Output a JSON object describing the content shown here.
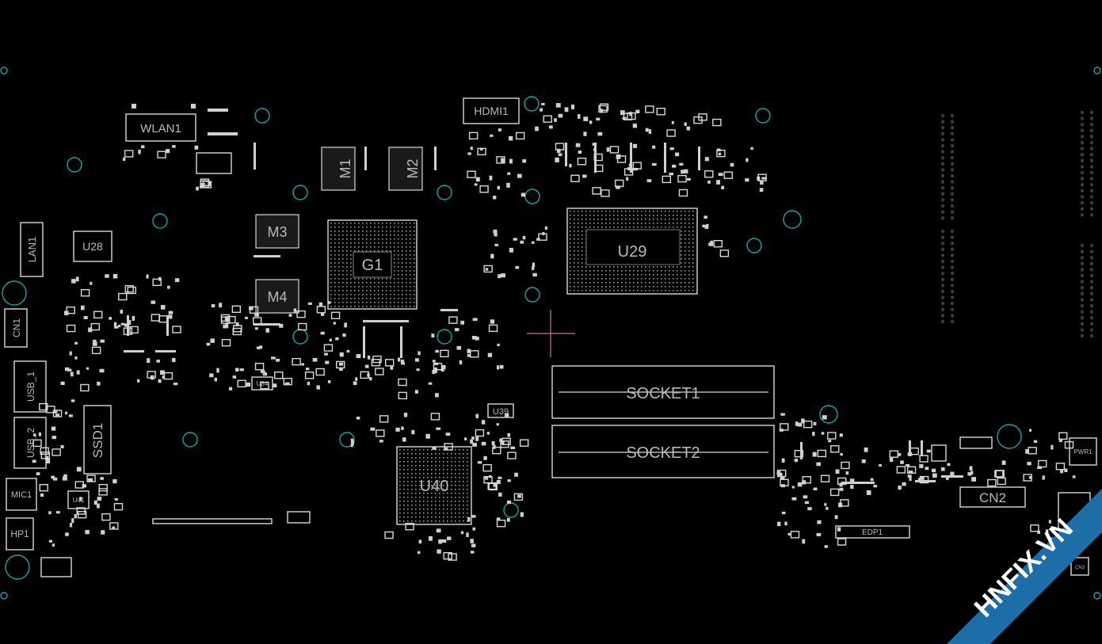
{
  "components": {
    "wlan": "WLAN1",
    "hdmi": "HDMI1",
    "m1": "M1",
    "m2": "M2",
    "m3": "M3",
    "m4": "M4",
    "g1": "G1",
    "u29": "U29",
    "u28": "U28",
    "lan": "LAN1",
    "cn1": "CN1",
    "usb1": "USB_1",
    "usb2": "USB_2",
    "ssd": "SSD1",
    "mic": "MIC1",
    "hp": "HP1",
    "u41": "U41",
    "u34": "U34",
    "u39": "U39",
    "u40": "U40",
    "socket1": "SOCKET1",
    "socket2": "SOCKET2",
    "edp": "EDP1",
    "cn2": "CN2",
    "cn3": "CN3",
    "pwr": "PWR1"
  },
  "watermark": "HNFIX.VN",
  "colors": {
    "background": "#000000",
    "outline": "#d8d8d8",
    "hole": "#1aa1a6",
    "cursor": "#c87a82",
    "banner": "#1d6ea6"
  }
}
